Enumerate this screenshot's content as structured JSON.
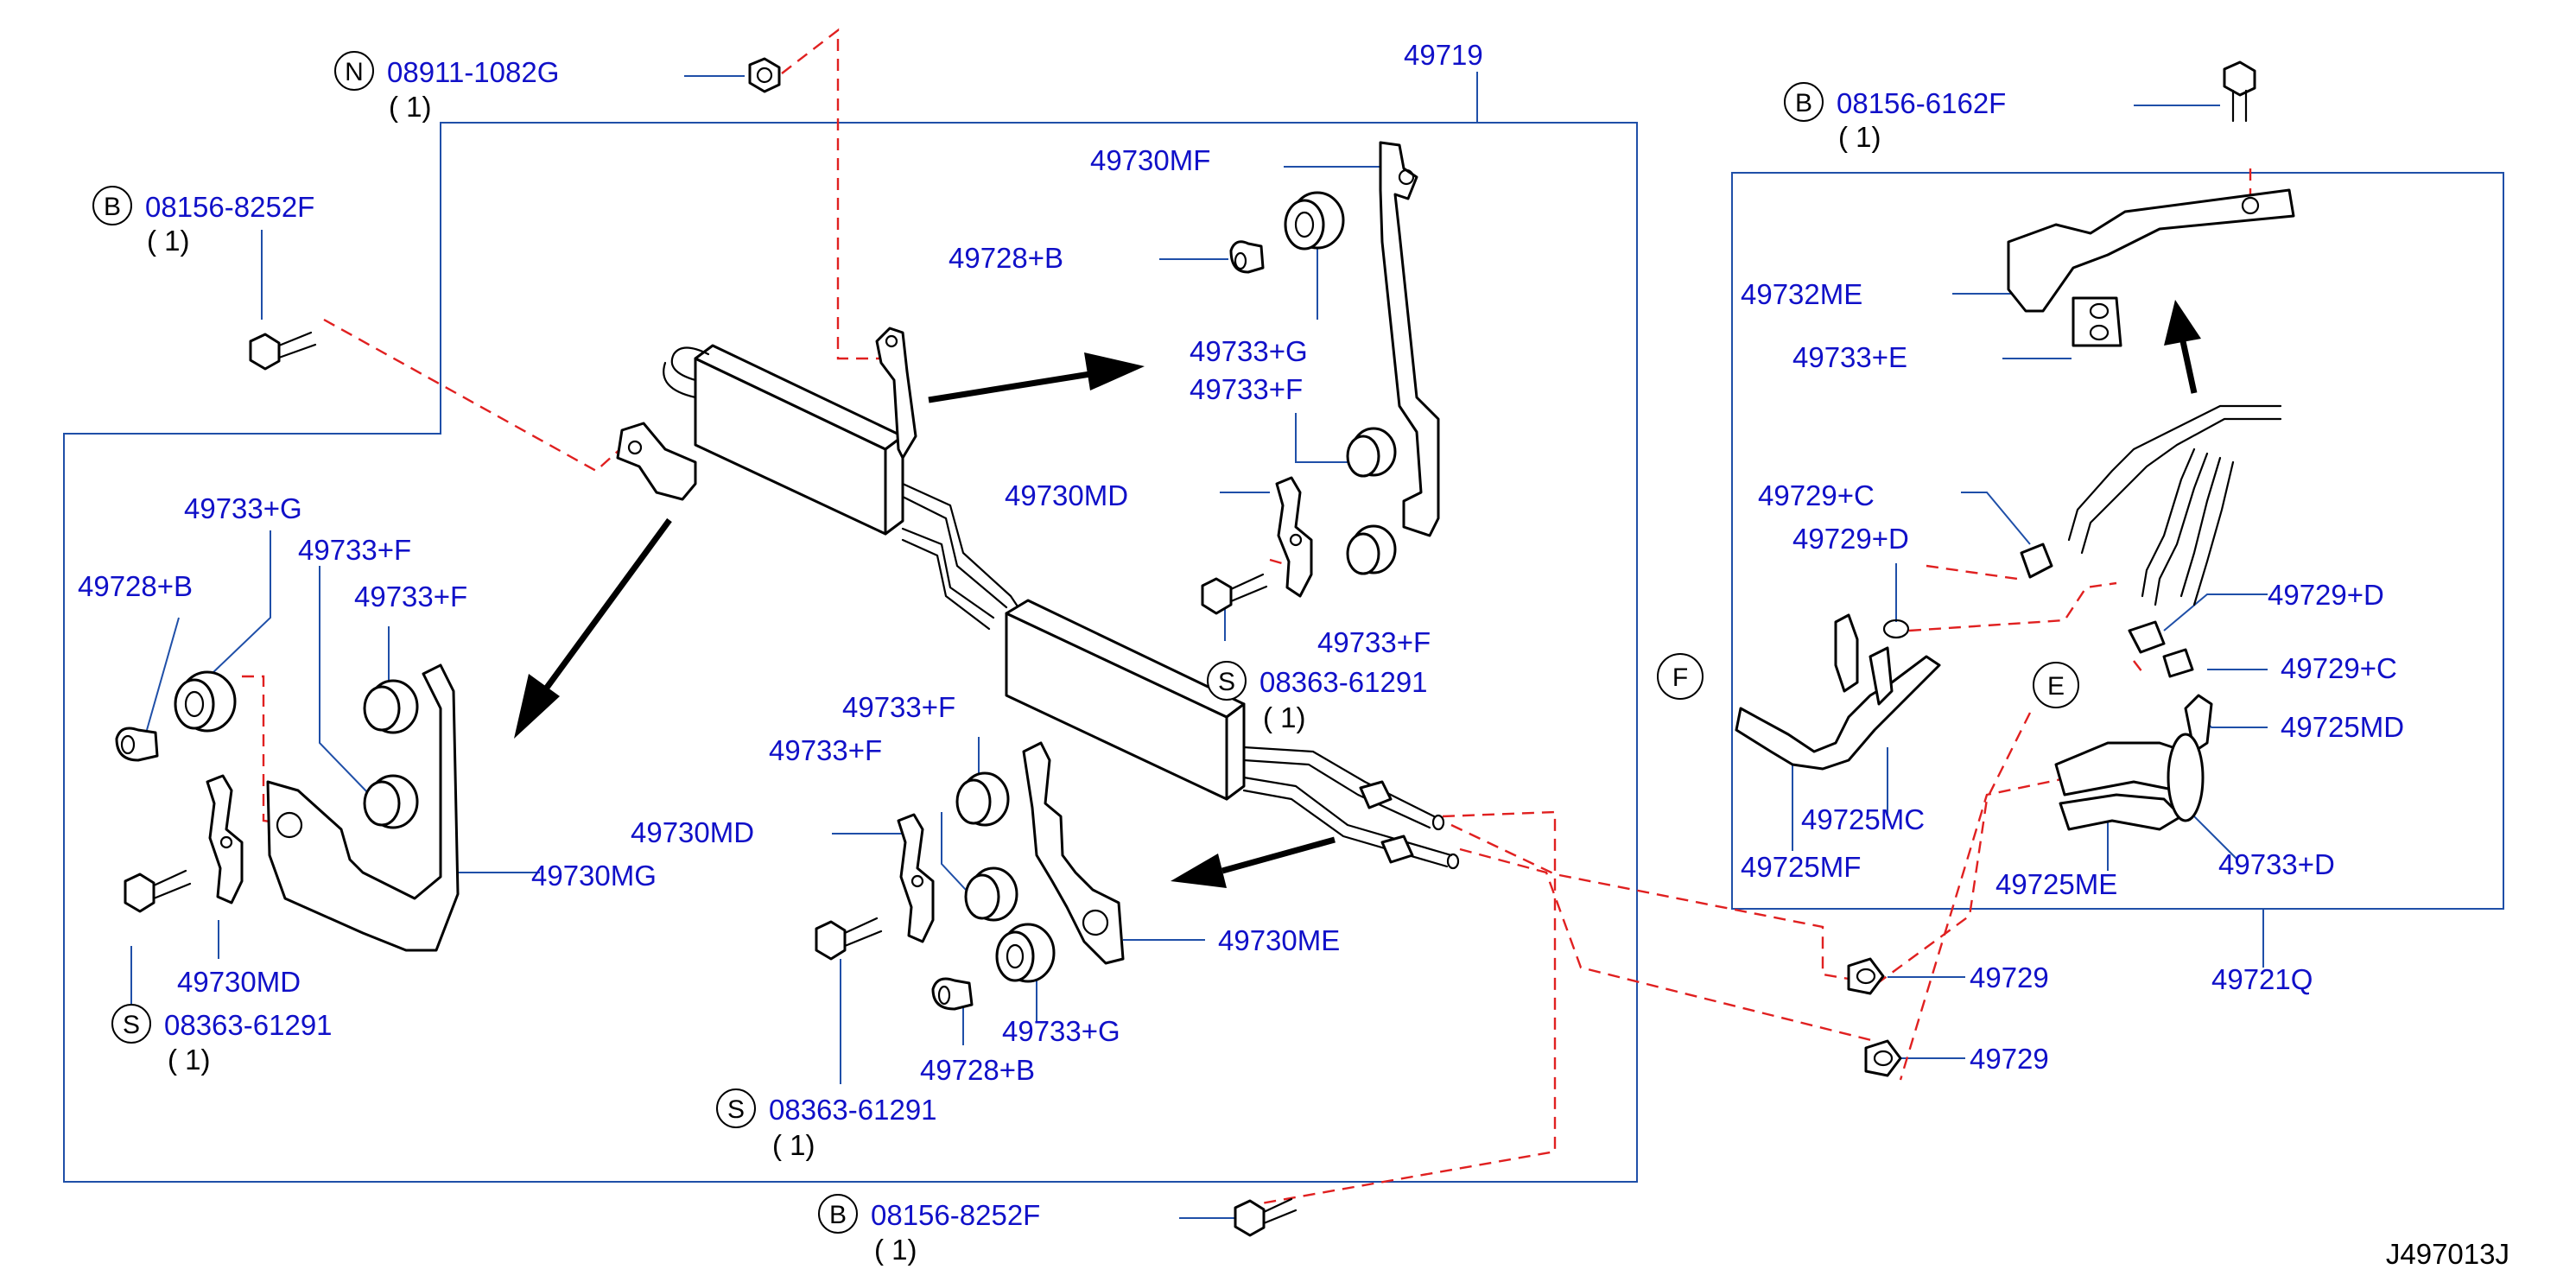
{
  "diagram_code": "J497013J",
  "callouts": {
    "n_08911": {
      "symbol": "N",
      "part": "08911-1082G",
      "qty": "( 1)"
    },
    "b_08156_8252_top": {
      "symbol": "B",
      "part": "08156-8252F",
      "qty": "( 1)"
    },
    "b_08156_6162": {
      "symbol": "B",
      "part": "08156-6162F",
      "qty": "( 1)"
    },
    "s_08363_mid": {
      "symbol": "S",
      "part": "08363-61291",
      "qty": "( 1)"
    },
    "s_08363_left": {
      "symbol": "S",
      "part": "08363-61291",
      "qty": "( 1)"
    },
    "s_08363_bottom": {
      "symbol": "S",
      "part": "08363-61291",
      "qty": "( 1)"
    },
    "b_08156_8252_bottom": {
      "symbol": "B",
      "part": "08156-8252F",
      "qty": "( 1)"
    },
    "ref_f": {
      "symbol": "F"
    },
    "ref_e": {
      "symbol": "E"
    }
  },
  "labels": {
    "p49719": "49719",
    "p49730mf": "49730MF",
    "p49728b_top": "49728+B",
    "p49733g_top": "49733+G",
    "p49733f_top": "49733+F",
    "p49730md_mid": "49730MD",
    "p49733f_mid": "49733+F",
    "p49733g_left": "49733+G",
    "p49733f_left1": "49733+F",
    "p49733f_left2": "49733+F",
    "p49728b_left": "49728+B",
    "p49730mg": "49730MG",
    "p49730md_left": "49730MD",
    "p49733f_low1": "49733+F",
    "p49733f_low2": "49733+F",
    "p49730md_low": "49730MD",
    "p49730me": "49730ME",
    "p49733g_low": "49733+G",
    "p49728b_low": "49728+B",
    "p49732me": "49732ME",
    "p49733e": "49733+E",
    "p49729c_top": "49729+C",
    "p49729d_top": "49729+D",
    "p49729d_right": "49729+D",
    "p49729c_right": "49729+C",
    "p49725md": "49725MD",
    "p49725mc": "49725MC",
    "p49725mf": "49725MF",
    "p49725me": "49725ME",
    "p49733d": "49733+D",
    "p49721q": "49721Q",
    "p49729_a": "49729",
    "p49729_b": "49729"
  }
}
